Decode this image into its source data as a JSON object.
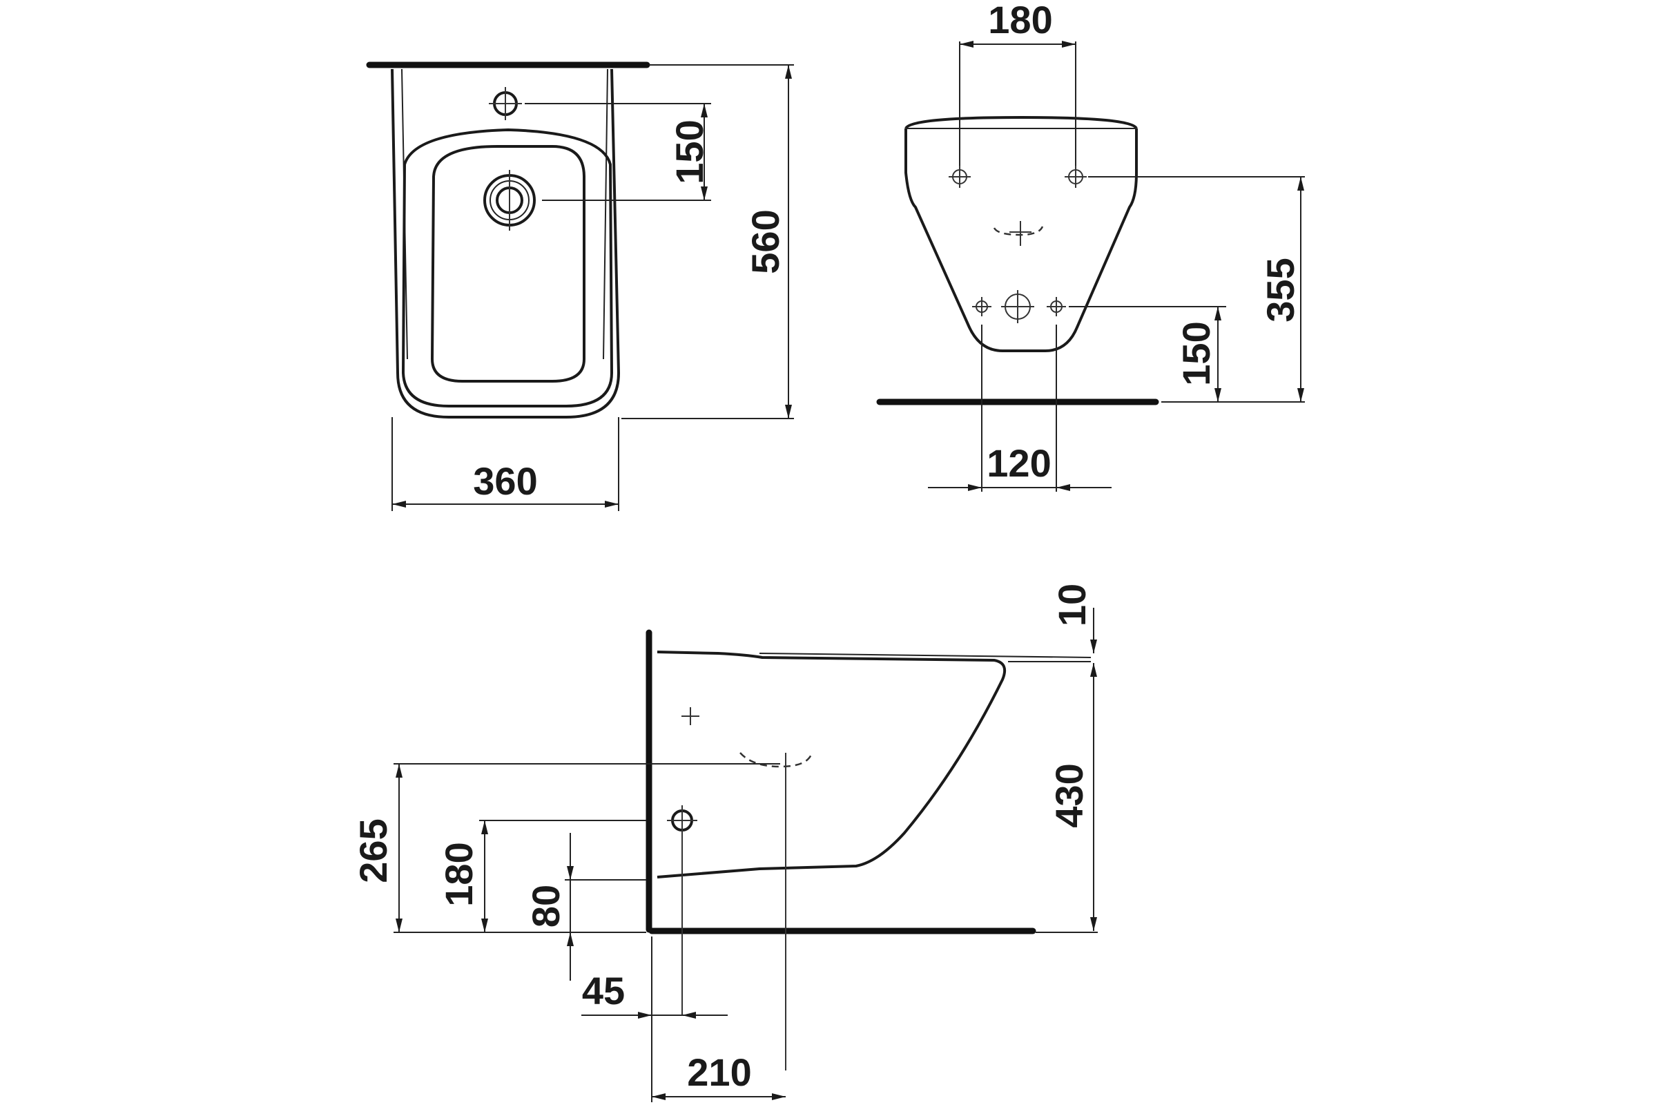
{
  "dimensions": {
    "front_width": "360",
    "front_height": "560",
    "front_tap_to_drain": "150",
    "back_fixing_spacing": "180",
    "back_fixing_height": "355",
    "back_lower_fixing_height": "150",
    "back_lower_fixing_spacing": "120",
    "side_gap_top": "10",
    "side_height": "430",
    "side_waste_height": "265",
    "side_supply_height": "180",
    "side_floor_clearance": "80",
    "side_supply_offset": "45",
    "side_waste_offset": "210"
  }
}
